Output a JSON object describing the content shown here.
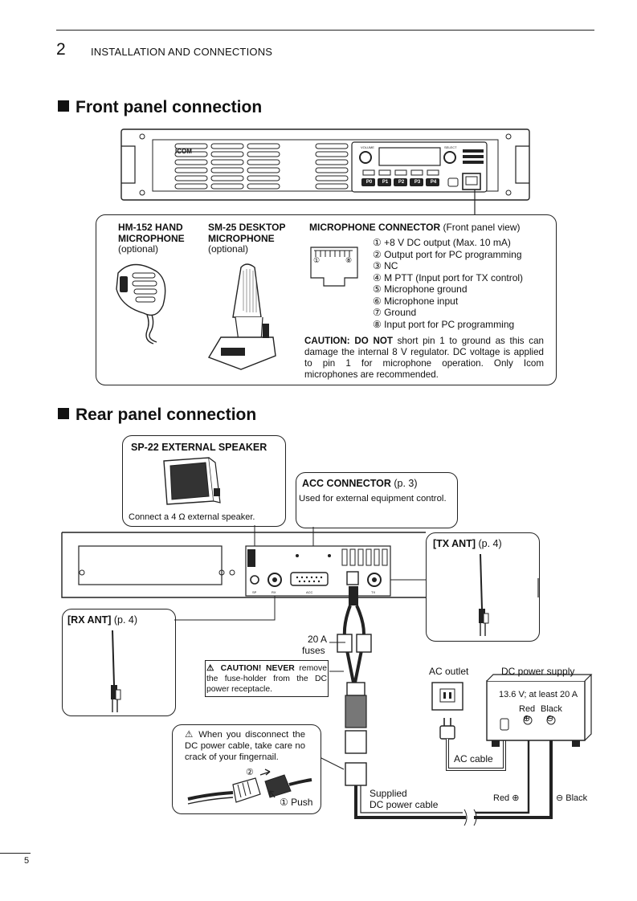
{
  "header": {
    "chapter": "2",
    "title": "INSTALLATION AND CONNECTIONS"
  },
  "front": {
    "title": "Front panel connection",
    "logo": "ICOM",
    "panel_keys": [
      "P0",
      "P1",
      "P2",
      "P3",
      "P4"
    ],
    "knob_labels": [
      "VOLUME",
      "SELECT"
    ],
    "hm152": {
      "line1": "HM-152 HAND",
      "line2": "MICROPHONE",
      "line3": "(optional)"
    },
    "sm25": {
      "line1": "SM-25 DESKTOP",
      "line2": "MICROPHONE",
      "line3": "(optional)"
    },
    "mic": {
      "title": "MICROPHONE CONNECTOR",
      "subtitle": "(Front panel view)",
      "pin_first": "①",
      "pin_last": "⑧",
      "pins": [
        "① +8 V DC output (Max. 10 mA)",
        "② Output port for PC programming",
        "③ NC",
        "④ M PTT (Input port for TX control)",
        "⑤ Microphone ground",
        "⑥ Microphone input",
        "⑦ Ground",
        "⑧ Input port for PC programming"
      ],
      "caution_bold": "CAUTION: DO NOT",
      "caution_text": " short pin 1 to ground as this can damage the internal 8 V regulator. DC voltage is applied to pin 1 for microphone operation. Only Icom microphones are recommended."
    }
  },
  "rear": {
    "title": "Rear panel connection",
    "sp22": {
      "title": "SP-22 EXTERNAL SPEAKER",
      "note": "Connect a 4 Ω external speaker."
    },
    "acc": {
      "title": "ACC CONNECTOR",
      "ref": " (p. 3)",
      "note": "Used for external equipment control."
    },
    "panel_labels": {
      "acc": "ACC",
      "sp": "SP",
      "rx": "RX",
      "tx": "TX"
    },
    "tx_ant": {
      "title": "[TX ANT]",
      "ref": " (p. 4)"
    },
    "rx_ant": {
      "title": "[RX ANT]",
      "ref": " (p. 4)"
    },
    "fuses": {
      "line1": "20 A",
      "line2": "fuses"
    },
    "fuse_caution": {
      "bold": "⚠ CAUTION! NEVER",
      "text": " remove the fuse-holder from the DC power receptacle."
    },
    "disconnect": {
      "text": "⚠ When you disconnect the DC power cable, take care no crack of your fingernail.",
      "step2": "②",
      "step1": "① Push"
    },
    "ac_outlet": "AC outlet",
    "dc_supply": "DC power supply",
    "psu": {
      "spec": "13.6 V; at least 20 A",
      "red": "Red",
      "black": "Black",
      "plus": "⊕",
      "minus": "⊖"
    },
    "ac_cable": "AC cable",
    "supplied": {
      "line1": "Supplied",
      "line2": "DC power cable"
    },
    "red_label": "Red ⊕",
    "black_label": "⊖ Black"
  },
  "page_number": "5"
}
